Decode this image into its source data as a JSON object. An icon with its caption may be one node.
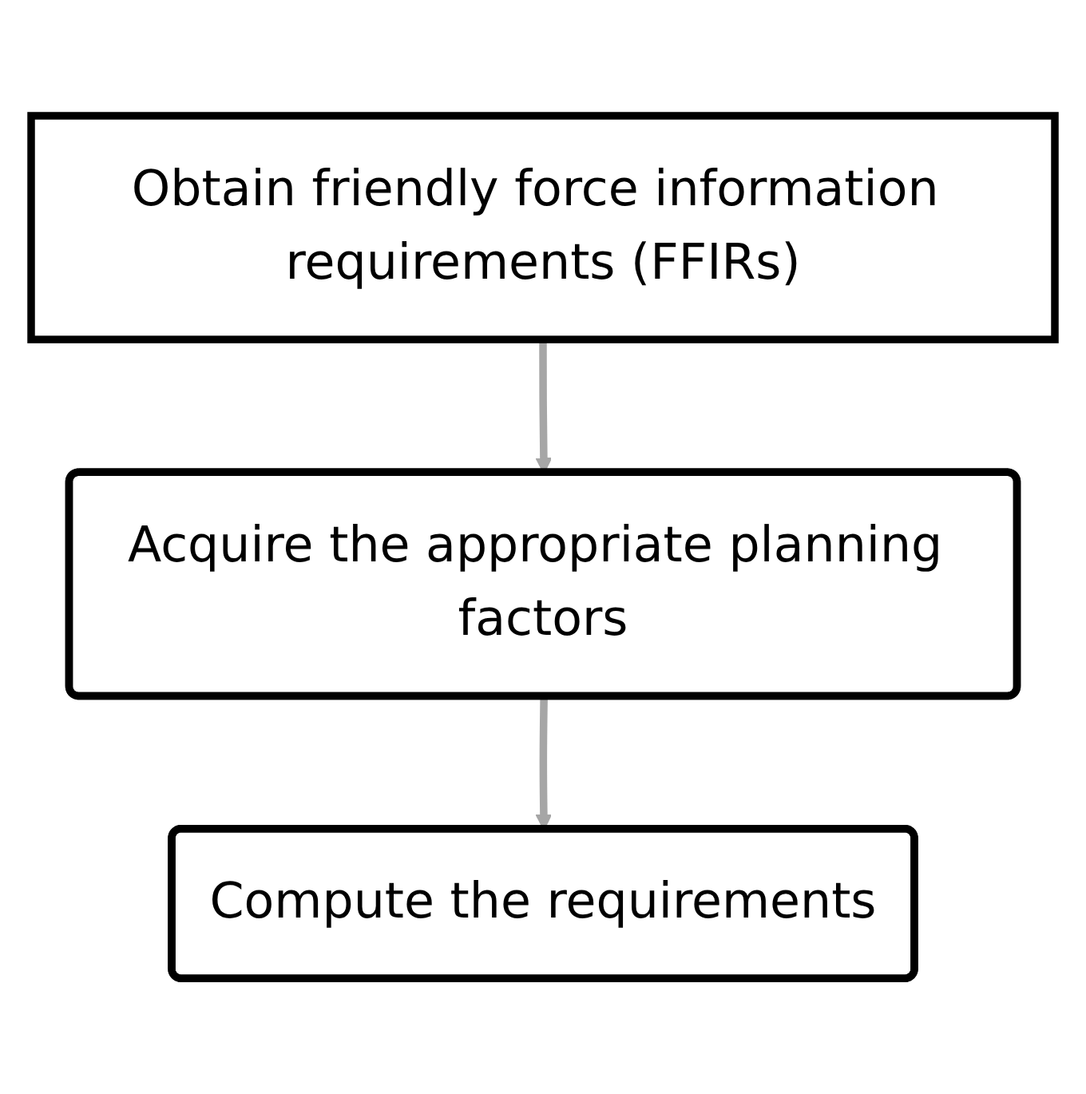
{
  "diagram": {
    "nodes": [
      {
        "text": [
          "Obtain friendly force information requirements (FFIRs)"
        ]
      },
      {
        "text": [
          "Acquire the appropriate planning factors"
        ]
      },
      {
        "text": [
          "Compute the requirements"
        ]
      }
    ],
    "edges": [
      {
        "from": 0,
        "to": 1,
        "arrow": "to"
      },
      {
        "from": 1,
        "to": 2,
        "arrow": "to"
      }
    ]
  }
}
